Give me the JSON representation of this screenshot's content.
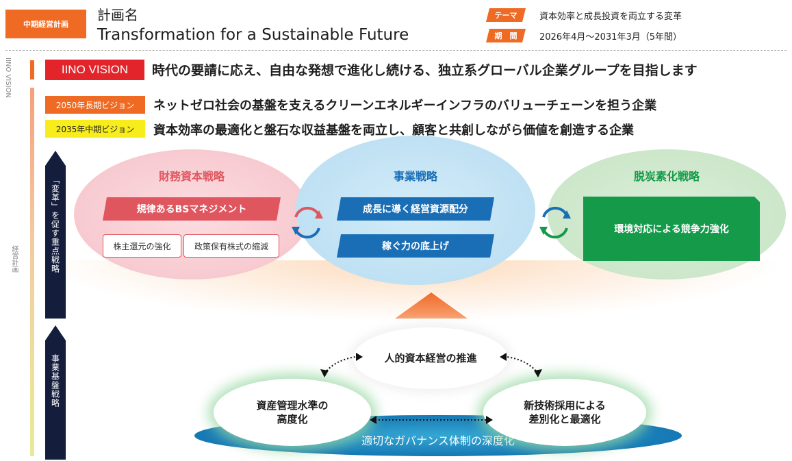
{
  "header": {
    "badge": "中期経営計画",
    "plan_name_label": "計画名",
    "plan_name": "Transformation for a Sustainable Future",
    "theme_tag": "テーマ",
    "theme_text": "資本効率と成長投資を両立する変革",
    "period_tag": "期　間",
    "period_text": "2026年4月～2031年3月（5年間）"
  },
  "side_labels": {
    "iino_vision": "IINO VISION",
    "management_plan": "経営計画"
  },
  "vision": {
    "label": "IINO VISION",
    "text": "時代の要請に応え、自由な発想で進化し続ける、独立系グローバル企業グループを目指します"
  },
  "long_term": {
    "label": "2050年長期ビジョン",
    "text": "ネットゼロ社会の基盤を支えるクリーンエネルギーインフラのバリューチェーンを担う企業"
  },
  "mid_term": {
    "label": "2035年中期ビジョン",
    "text": "資本効率の最適化と盤石な収益基盤を両立し、顧客と共創しながら価値を創造する企業"
  },
  "arrows": {
    "key_strategy": "「変革」を促す重点戦略",
    "foundation_strategy": "事業基盤戦略"
  },
  "strategies": {
    "finance": {
      "title": "財務資本戦略",
      "main": "規律あるBSマネジメント",
      "sub1": "株主還元の強化",
      "sub2": "政策保有株式の縮減"
    },
    "business": {
      "title": "事業戦略",
      "item1": "成長に導く経営資源配分",
      "item2": "稼ぐ力の底上げ"
    },
    "decarbon": {
      "title": "脱炭素化戦略",
      "main": "環境対応による競争力強化"
    }
  },
  "foundation": {
    "hr": "人的資本経営の推進",
    "asset_line1": "資産管理水準の",
    "asset_line2": "高度化",
    "tech_line1": "新技術採用による",
    "tech_line2": "差別化と最適化",
    "governance": "適切なガバナンス体制の深度化"
  },
  "colors": {
    "orange": "#ef6a23",
    "red": "#e3242b",
    "yellow": "#f7ec1c",
    "navy": "#141e3c",
    "pink_ellipse": "#f7c9cf",
    "blue_ellipse": "#b9def3",
    "green_ellipse": "#cfe8cf",
    "finance_pill": "#e0565f",
    "business_pill": "#1a6eb5",
    "decarbon_box": "#149a48",
    "governance": "#1c8fbf"
  }
}
